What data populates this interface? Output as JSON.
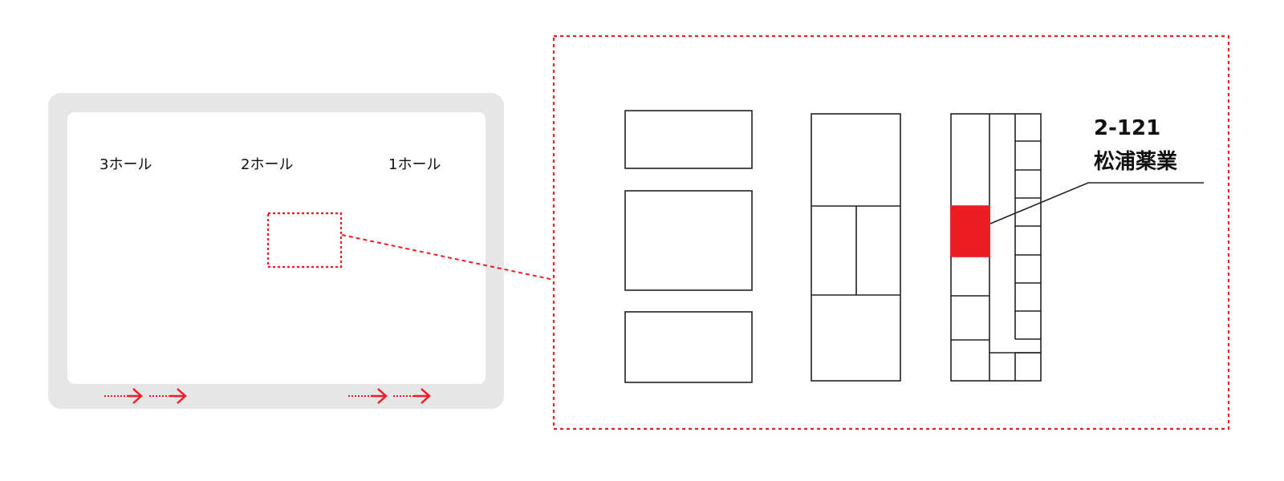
{
  "halls": [
    {
      "label": "3ホール"
    },
    {
      "label": "2ホール"
    },
    {
      "label": "1ホール"
    }
  ],
  "highlight": {
    "booth_number": "2-121",
    "exhibitor": "松浦薬業"
  },
  "colors": {
    "accent": "#ee1c25",
    "frame": "#e6e6e6",
    "stroke": "#222222"
  },
  "icons": [
    "direction-arrow-icon"
  ]
}
